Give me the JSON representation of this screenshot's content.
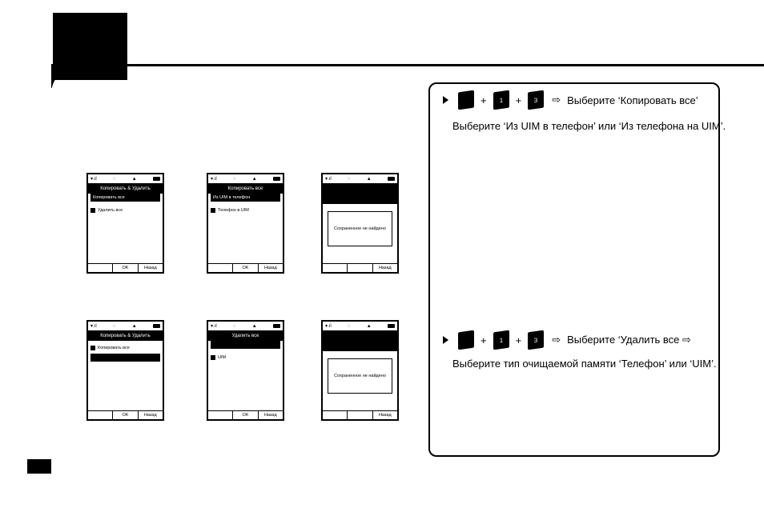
{
  "colors": {
    "ink": "#000000",
    "paper": "#ffffff"
  },
  "screens": [
    {
      "status_icons": [
        "signal-icon",
        "ring-icon",
        "bell-icon",
        "battery-icon"
      ],
      "header": "Копировать & Удалить",
      "selected": "Копировать все",
      "item": "Удалить все",
      "soft_left": "",
      "soft_mid": "OK",
      "soft_right": "Назад"
    },
    {
      "header": "Копировать все",
      "selected": "Из UIM в телефон",
      "item": "Телефон в UIM",
      "soft_left": "",
      "soft_mid": "OK",
      "soft_right": "Назад"
    },
    {
      "popup": "Сохраненное не найдено",
      "soft_left": "",
      "soft_mid": "",
      "soft_right": "Назад"
    },
    {
      "header": "Копировать & Удалить",
      "selected": "Копировать все",
      "soft_left": "",
      "soft_mid": "OK",
      "soft_right": "Назад"
    },
    {
      "header": "Удалить все",
      "item": "UIM",
      "soft_left": "",
      "soft_mid": "OK",
      "soft_right": "Назад"
    },
    {
      "popup": "Сохраненное не найдено",
      "soft_left": "",
      "soft_mid": "",
      "soft_right": "Назад"
    }
  ],
  "steps": [
    {
      "keys": [
        "",
        "1",
        "3"
      ],
      "plus": "+",
      "implies": "⇨",
      "instruction": "Выберите ‘Копировать все’",
      "sub": "Выберите ‘Из UIM в телефон’ или ‘Из телефона на UIM’."
    },
    {
      "keys": [
        "",
        "1",
        "3"
      ],
      "plus": "+",
      "implies": "⇨",
      "instruction": "Выберите ‘Удалить все ⇨",
      "sub": "Выберите тип  очищаемой памяти ‘Телефон’ или ‘UIM’."
    }
  ]
}
